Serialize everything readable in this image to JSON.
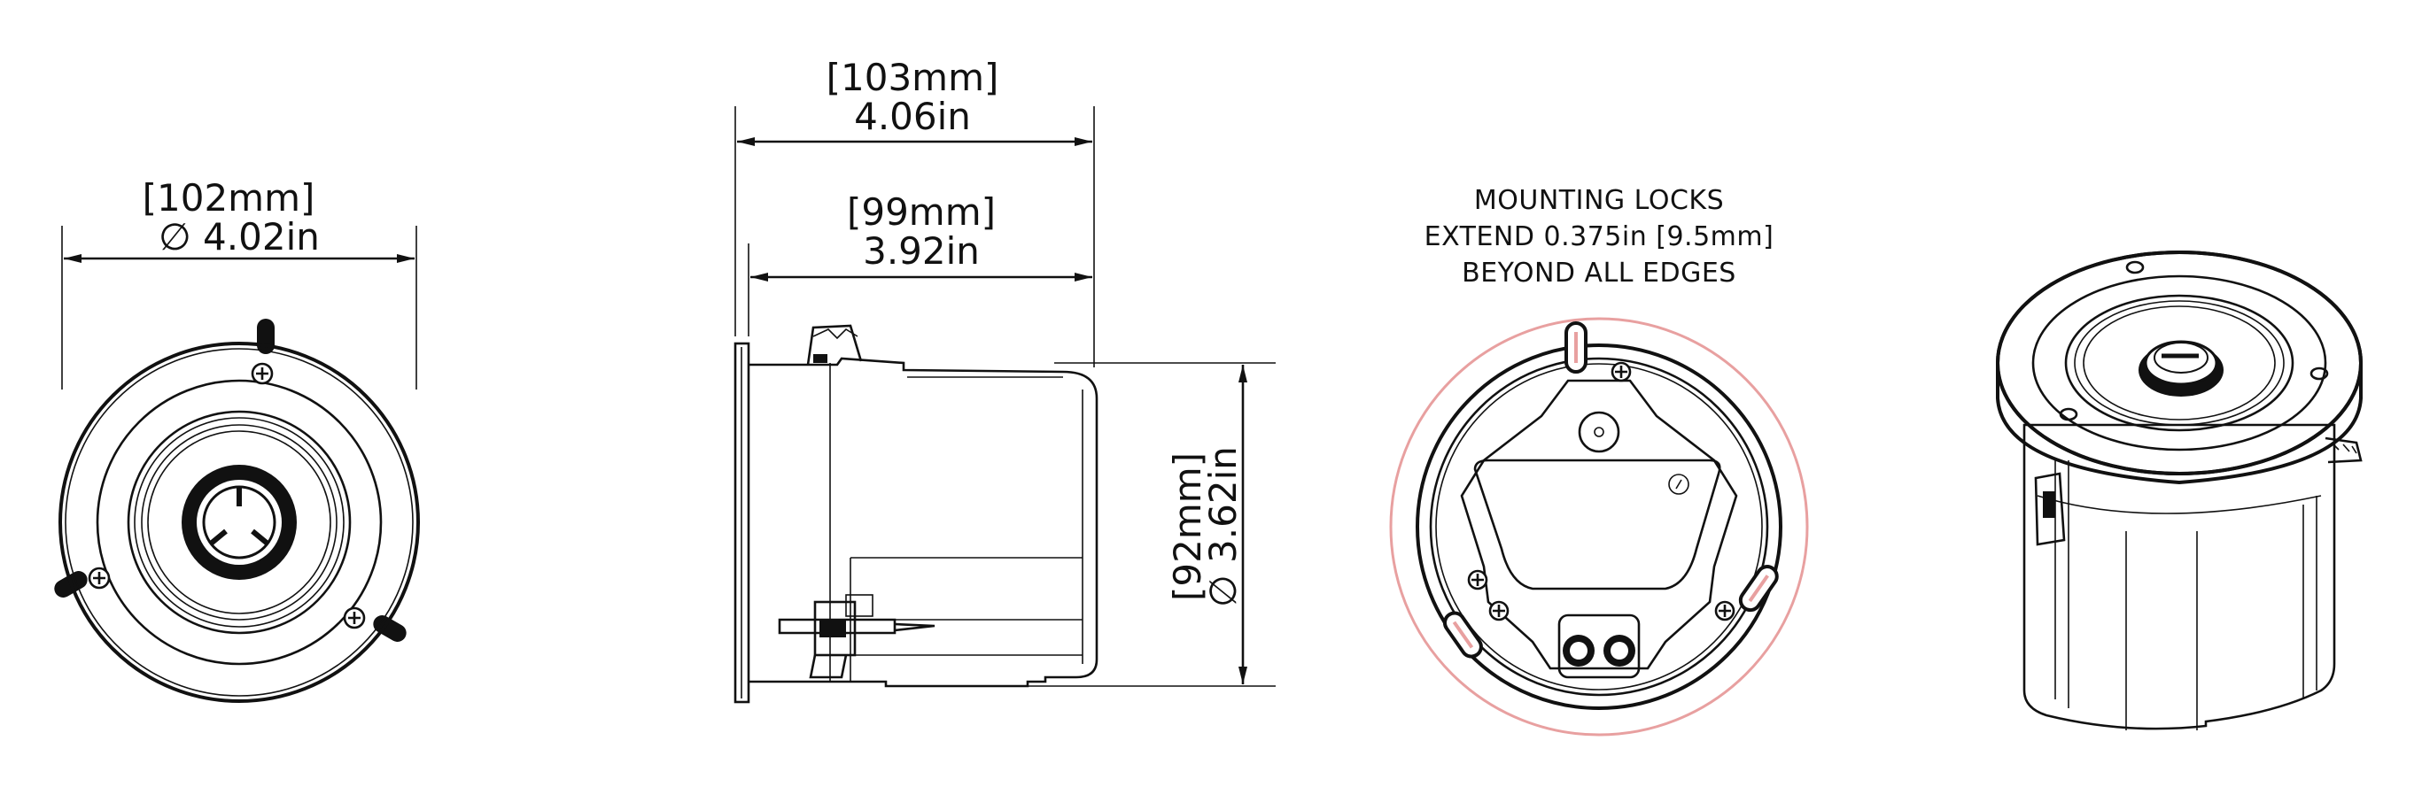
{
  "colors": {
    "line": "#111111",
    "lock_zone": "#e8a0a0"
  },
  "dimensions": {
    "front_diameter_metric": "[102mm]",
    "front_diameter_imperial": "∅ 4.02in",
    "overall_depth_metric": "[103mm]",
    "overall_depth_imperial": "4.06in",
    "can_depth_metric": "[99mm]",
    "can_depth_imperial": "3.92in",
    "can_diameter_metric": "[92mm]",
    "can_diameter_imperial": "∅ 3.62in"
  },
  "note": {
    "line1": "MOUNTING LOCKS",
    "line2": "EXTEND 0.375in [9.5mm]",
    "line3": "BEYOND ALL EDGES"
  },
  "views": [
    {
      "name": "front-view",
      "icon": "speaker-front-icon"
    },
    {
      "name": "side-view",
      "icon": "speaker-side-icon"
    },
    {
      "name": "rear-view",
      "icon": "speaker-rear-icon"
    },
    {
      "name": "isometric-view",
      "icon": "speaker-isometric-icon"
    }
  ]
}
